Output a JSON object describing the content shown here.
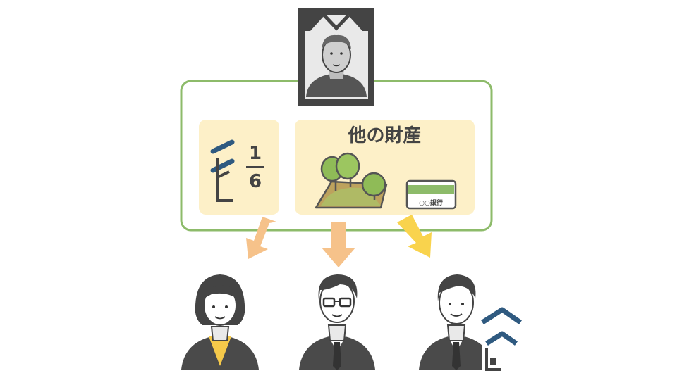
{
  "share": {
    "numerator": "1",
    "denominator": "6"
  },
  "other_assets": {
    "title": "他の財産",
    "bank_label": "○○銀行"
  },
  "colors": {
    "estate_border": "#8dbb6a",
    "card_bg": "#fdf0c8",
    "arrow_orange": "#f6c28a",
    "arrow_yellow": "#f9d34d",
    "house_blue": "#2f5a80",
    "dark_gray": "#444444"
  },
  "icons": [
    "deceased-portrait-icon",
    "house-fraction-icon",
    "forest-land-icon",
    "bank-passbook-icon",
    "arrow-icon",
    "heir-wife-icon",
    "heir-son-glasses-icon",
    "heir-son-house-icon",
    "house-icon"
  ]
}
